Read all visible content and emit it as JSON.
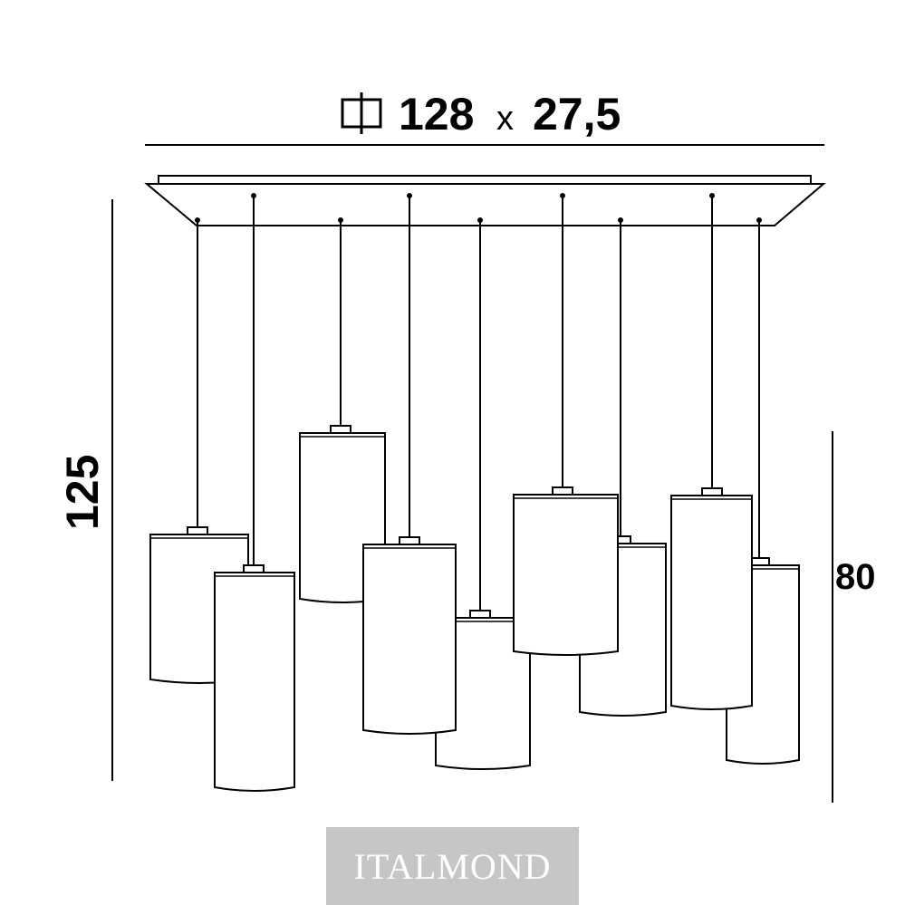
{
  "dimensions": {
    "diameter_symbol": "⌀",
    "length": "128",
    "separator": "x",
    "width": "27,5",
    "total_height": "125",
    "shade_height": "80"
  },
  "brand": {
    "logo_text": "ITALMOND"
  },
  "colors": {
    "line": "#000000",
    "logo_bg": "#c6c6c6",
    "logo_fg": "#ffffff"
  },
  "pendants": {
    "count": 9,
    "shape": "cylinder"
  }
}
